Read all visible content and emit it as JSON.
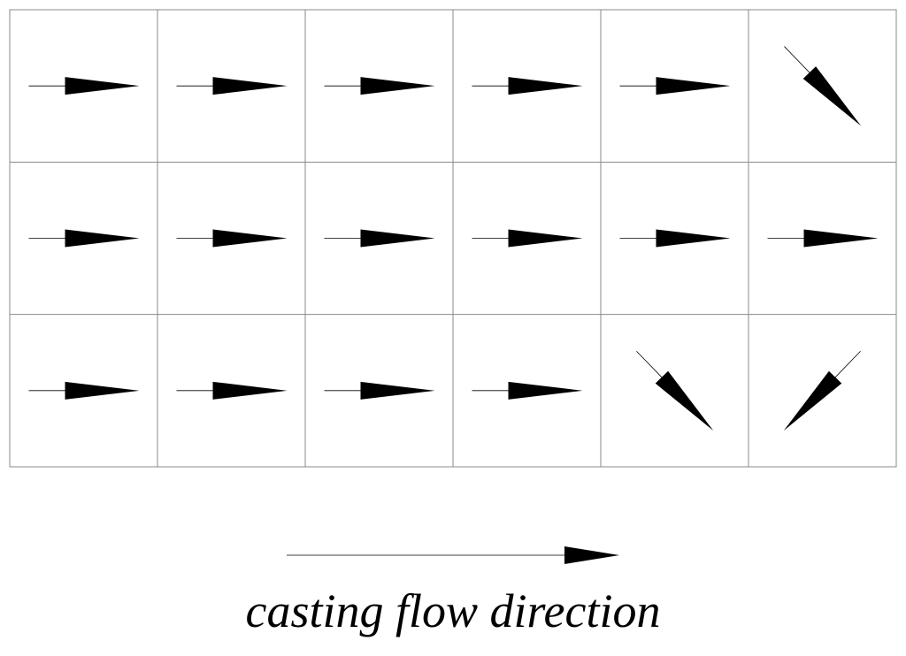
{
  "grid": {
    "rows": 3,
    "columns": 6,
    "line_color": "#8a8a8a",
    "arrow_color": "#000000",
    "arrow_directions": [
      [
        "right",
        "right",
        "right",
        "right",
        "right",
        "down-right"
      ],
      [
        "right",
        "right",
        "right",
        "right",
        "right",
        "right"
      ],
      [
        "right",
        "right",
        "right",
        "right",
        "down-right",
        "down-left"
      ]
    ]
  },
  "legend": {
    "arrow_direction": "right",
    "caption": "casting flow direction"
  }
}
